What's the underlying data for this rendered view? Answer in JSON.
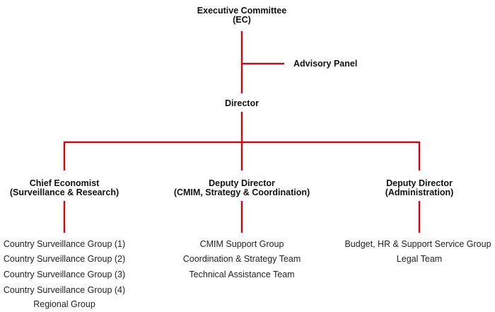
{
  "colors": {
    "line": "#b5121b",
    "text": "#111111"
  },
  "root": {
    "title": "Executive Committee",
    "subtitle": "(EC)"
  },
  "advisory": {
    "title": "Advisory Panel"
  },
  "director": {
    "title": "Director"
  },
  "branches": [
    {
      "title": "Chief Economist",
      "subtitle": "(Surveillance & Research)",
      "teams": [
        "Country Surveillance Group (1)",
        "Country Surveillance Group (2)",
        "Country Surveillance Group (3)",
        "Country Surveillance Group (4)",
        "Regional Group"
      ]
    },
    {
      "title": "Deputy Director",
      "subtitle": "(CMIM, Strategy & Coordination)",
      "teams": [
        "CMIM Support Group",
        "Coordination & Strategy Team",
        "Technical Assistance Team"
      ]
    },
    {
      "title": "Deputy Director",
      "subtitle": "(Administration)",
      "teams": [
        "Budget, HR & Support Service Group",
        "Legal Team"
      ]
    }
  ]
}
